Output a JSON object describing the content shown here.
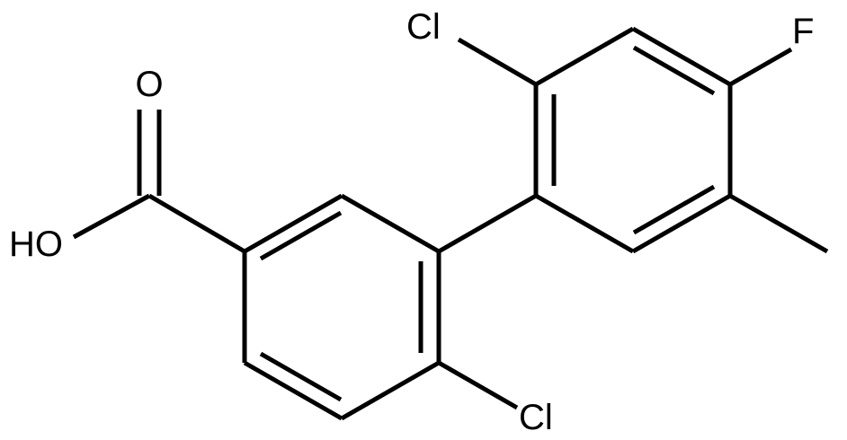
{
  "molecule": {
    "labels": {
      "cl_top": "Cl",
      "f": "F",
      "o_carbonyl": "O",
      "oh": "HO",
      "cl_bottom": "Cl"
    }
  }
}
